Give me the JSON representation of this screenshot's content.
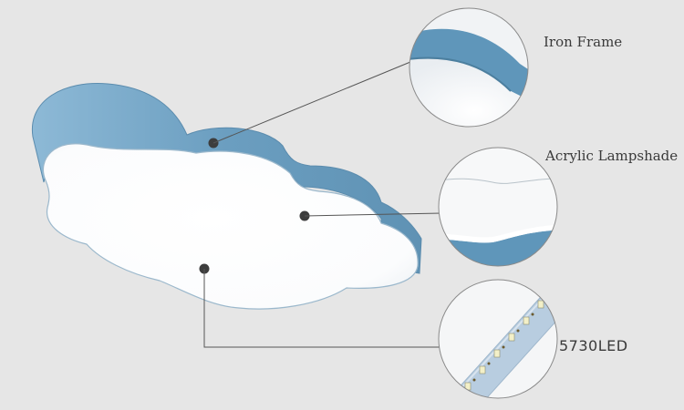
{
  "background_color": "#e6e6e6",
  "lamp": {
    "frame_color": "#6fa2c3",
    "shade_color": "#ffffff",
    "shape": "cloud"
  },
  "callouts": [
    {
      "id": "iron-frame",
      "label": "Iron Frame",
      "detail": "iron frame close-up"
    },
    {
      "id": "acrylic-lampshade",
      "label": "Acrylic Lampshade",
      "detail": "acrylic lampshade close-up"
    },
    {
      "id": "led",
      "label": "5730LED",
      "detail": "LED strip close-up"
    }
  ]
}
